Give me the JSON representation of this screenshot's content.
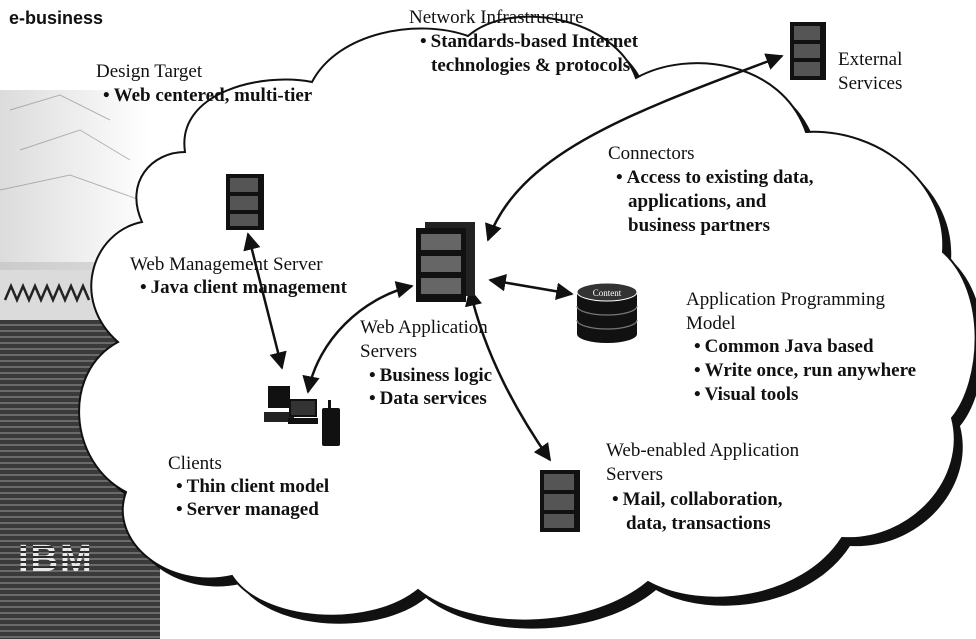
{
  "brand": "e-business",
  "logo_text": "IBM",
  "network": {
    "title": "Network Infrastructure",
    "bullets": [
      "Standards-based Internet",
      "technologies & protocols"
    ]
  },
  "design": {
    "title": "Design Target",
    "bullets": [
      "Web centered, multi-tier"
    ]
  },
  "external": {
    "lines": [
      "External",
      "Services"
    ]
  },
  "connectors": {
    "title": "Connectors",
    "bullets": [
      "Access to existing data,",
      "applications, and",
      "business partners"
    ]
  },
  "web_mgmt": {
    "title": "Web Management Server",
    "bullets": [
      "Java client management"
    ]
  },
  "content_db": {
    "label": "Content"
  },
  "app_model": {
    "title_lines": [
      "Application Programming",
      "Model"
    ],
    "bullets": [
      "Common Java based",
      "Write once, run anywhere",
      "Visual tools"
    ]
  },
  "web_app": {
    "title_lines": [
      "Web Application",
      "Servers"
    ],
    "bullets": [
      "Business logic",
      "Data services"
    ]
  },
  "clients": {
    "title": "Clients",
    "bullets": [
      "Thin client model",
      "Server managed"
    ]
  },
  "web_enabled": {
    "title_lines": [
      "Web-enabled Application",
      "Servers"
    ],
    "bullets": [
      "Mail, collaboration,",
      "data, transactions"
    ]
  },
  "colors": {
    "ink": "#111111",
    "shadow": "#111111",
    "cloud": "#ffffff"
  }
}
